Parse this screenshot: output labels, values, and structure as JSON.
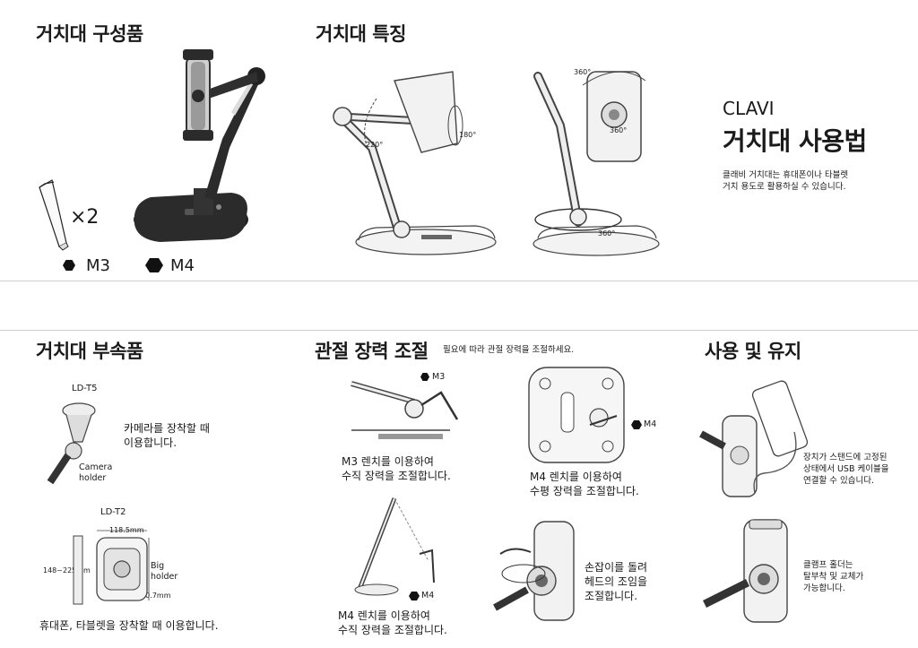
{
  "sections": {
    "components": {
      "title": "거치대 구성품",
      "multiplier": "×2",
      "wrench_m3": "M3",
      "wrench_m4": "M4"
    },
    "features": {
      "title": "거치대 특징",
      "angle_220": "220°",
      "angle_180": "180°",
      "rot_360_top": "360°",
      "rot_360_mid": "360°",
      "rot_360_base": "360°"
    },
    "usage": {
      "brand": "CLAVI",
      "title": "거치대 사용법",
      "desc_line1": "클래비 거치대는 휴대폰이나 타블렛",
      "desc_line2": "거치 용도로 활용하실 수 있습니다."
    },
    "accessories": {
      "title": "거치대 부속품",
      "t5_model": "LD-T5",
      "t5_desc_line1": "카메라를 장착할 때",
      "t5_desc_line2": "이용합니다.",
      "t5_label_line1": "Camera",
      "t5_label_line2": "holder",
      "t2_model": "LD-T2",
      "t2_dim_width": "118.5mm",
      "t2_dim_range": "148~225mm",
      "t2_dim_height": "170.7mm",
      "t2_label_line1": "Big",
      "t2_label_line2": "holder",
      "t2_desc": "휴대폰, 타블렛을 장착할 때 이용합니다."
    },
    "tension": {
      "title": "관절 장력 조절",
      "subtitle": "필요에 따라 관절 장력을 조절하세요.",
      "m3_tag": "M3",
      "m3_desc_line1": "M3 렌치를 이용하여",
      "m3_desc_line2": "수직 장력을 조절합니다.",
      "m4_base_tag": "M4",
      "m4_base_desc_line1": "M4 렌치를 이용하여",
      "m4_base_desc_line2": "수평 장력을 조절합니다.",
      "m4_arm_tag": "M4",
      "m4_arm_desc_line1": "M4 렌치를 이용하여",
      "m4_arm_desc_line2": "수직 장력을 조절합니다.",
      "knob_desc_line1": "손잡이를 돌려",
      "knob_desc_line2": "헤드의 조임을",
      "knob_desc_line3": "조절합니다."
    },
    "maintenance": {
      "title": "사용 및 유지",
      "usb_desc_line1": "장치가 스탠드에 고정된",
      "usb_desc_line2": "상태에서 USB 케이블을",
      "usb_desc_line3": "연결할 수 있습니다.",
      "clamp_desc_line1": "클램프 홀더는",
      "clamp_desc_line2": "탈부착 및 교체가",
      "clamp_desc_line3": "가능합니다."
    }
  },
  "colors": {
    "text": "#1a1a1a",
    "rule": "#cfcfcf",
    "product_dark": "#2b2b2b",
    "product_light": "#e9e9e9"
  }
}
